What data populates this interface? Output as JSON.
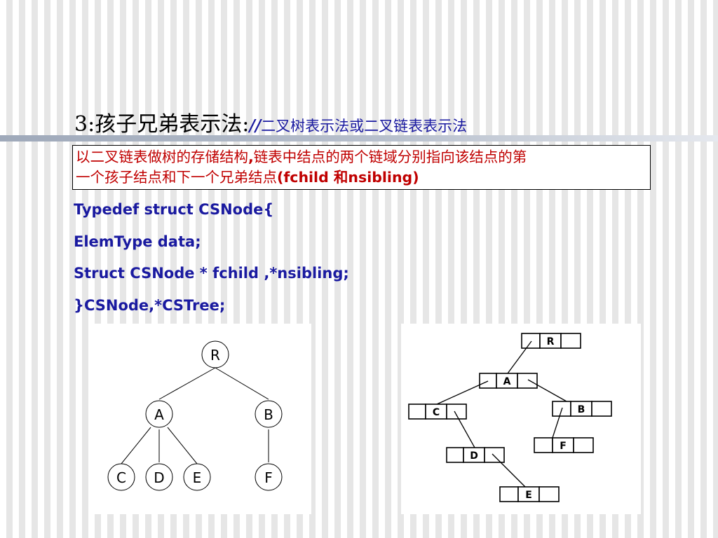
{
  "title": {
    "main": "3:孩子兄弟表示法:",
    "slash": "//",
    "sub": "二叉树表示法或二叉链表表示法"
  },
  "description": {
    "line1": "以二叉链表做树的存储结构",
    "comma": ",",
    "line1b": "链表中结点的两个链域分别指向该结点的第",
    "line2": "一个孩子结点和下一个兄弟结点",
    "paren": "(fchild 和nsibling)"
  },
  "code": [
    "Typedef struct CSNode{",
    "ElemType data;",
    "Struct CSNode * fchild ,*nsibling;",
    "}CSNode,*CSTree;"
  ],
  "tree": {
    "nodes": [
      "R",
      "A",
      "B",
      "C",
      "D",
      "E",
      "F"
    ]
  },
  "binary_list": {
    "nodes": [
      "R",
      "A",
      "C",
      "B",
      "D",
      "F",
      "E"
    ]
  }
}
